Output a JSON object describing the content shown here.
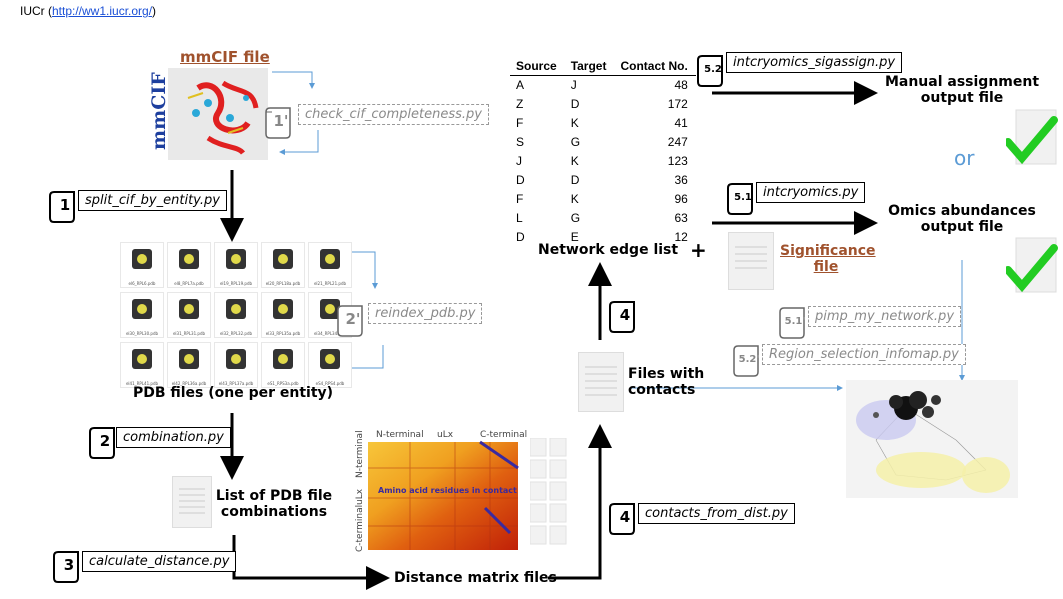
{
  "header": {
    "prefix": "IUCr (",
    "link": "http://ww1.iucr.org/",
    "suffix": ")"
  },
  "mmcif": {
    "title": "mmCIF file",
    "logo": "mmCIF"
  },
  "pdb_files_label": "PDB files (one per entity)",
  "pdb_files": [
    "el6_RPL6.pdb",
    "el8_RPL7a.pdb",
    "el19_RPL19.pdb",
    "el20_RPL18a.pdb",
    "el21_RPL21.pdb",
    "el30_RPL30.pdb",
    "el31_RPL31.pdb",
    "el32_RPL32.pdb",
    "el33_RPL35a.pdb",
    "el34_RPL34.pdb",
    "el41_RPL41.pdb",
    "el42_RPL36a.pdb",
    "el43_RPL37a.pdb",
    "eS1_RPS3a.pdb",
    "eS4_RPS4.pdb"
  ],
  "steps": {
    "s1p": {
      "num": "1'",
      "script": "check_cif_completeness.py"
    },
    "s1": {
      "num": "1",
      "script": "split_cif_by_entity.py"
    },
    "s2p": {
      "num": "2'",
      "script": "reindex_pdb.py"
    },
    "s2": {
      "num": "2",
      "script": "combination.py"
    },
    "s3": {
      "num": "3",
      "script": "calculate_distance.py"
    },
    "s4a": {
      "num": "4",
      "script": "contacts_from_dist.py"
    },
    "s4b": {
      "num": "4"
    },
    "s51": {
      "num": "5.1",
      "script": "intcryomics.py"
    },
    "s52": {
      "num": "5.2",
      "script": "intcryomics_sigassign.py"
    },
    "s511": {
      "num": "5.1'",
      "script": "pimp_my_network.py"
    },
    "s521": {
      "num": "5.2'",
      "script": "Region_selection_infomap.py"
    }
  },
  "labels": {
    "combinations": "List of PDB file combinations",
    "distance_matrix": "Distance matrix files",
    "files_with_contacts": "Files with contacts",
    "network_edge_list": "Network edge list",
    "plus": "+",
    "significance": "Significance file",
    "manual": "Manual assignment output file",
    "or": "or",
    "omics": "Omics abundances output file"
  },
  "matrix": {
    "top_left": "N-terminal",
    "top_mid": "uLx",
    "top_right": "C-terminal",
    "side_top": "N-terminal",
    "side_mid": "uLx",
    "side_bottom": "C-terminal",
    "annotation": "Amino acid residues in contact"
  },
  "edge_table": {
    "headers": [
      "Source",
      "Target",
      "Contact No."
    ],
    "rows": [
      [
        "A",
        "J",
        "48"
      ],
      [
        "Z",
        "D",
        "172"
      ],
      [
        "F",
        "K",
        "41"
      ],
      [
        "S",
        "G",
        "247"
      ],
      [
        "J",
        "K",
        "123"
      ],
      [
        "D",
        "D",
        "36"
      ],
      [
        "F",
        "K",
        "96"
      ],
      [
        "L",
        "G",
        "63"
      ],
      [
        "D",
        "E",
        "12"
      ]
    ]
  },
  "colors": {
    "arrow": "#000000",
    "thin_arrow": "#5b9bd5",
    "check": "#22cc22",
    "accent": "#a0522d",
    "or": "#5b9bd5"
  }
}
